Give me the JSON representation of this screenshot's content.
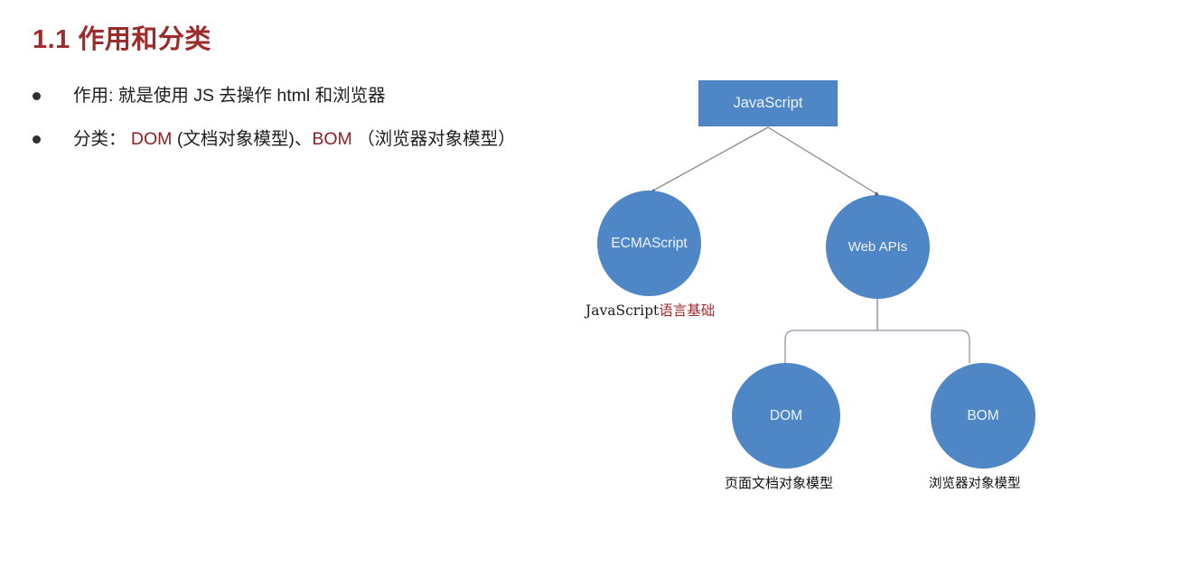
{
  "slide": {
    "title": "1.1 作用和分类",
    "title_color": "#9c2b2b",
    "background": "#ffffff"
  },
  "bullets": [
    {
      "marker": "bullet-dot",
      "label": "作用:",
      "body": " 就是使用 JS 去操作 html 和浏览器",
      "highlights": []
    },
    {
      "marker": "bullet-dot",
      "label": "分类：",
      "parts": [
        {
          "text": "分类： ",
          "color": "#1d1d1d"
        },
        {
          "text": "DOM",
          "color": "#8c2020"
        },
        {
          "text": " (文档对象模型)、",
          "color": "#1d1d1d"
        },
        {
          "text": "BOM",
          "color": "#8c2020"
        },
        {
          "text": " （浏览器对象模型）",
          "color": "#1d1d1d"
        }
      ]
    }
  ],
  "bullet_lines": {
    "line1": "作用: 就是使用 JS 去操作 html 和浏览器",
    "line2_prefix": "分类： ",
    "line2_dom": "DOM",
    "line2_mid": " (文档对象模型)、",
    "line2_bom": "BOM",
    "line2_suffix": " （浏览器对象模型）"
  },
  "diagram": {
    "node_fill": "#4f87c6",
    "node_text_color": "#eef4fb",
    "connector_color": "#7f7f7f",
    "arrow_color": "#4a5568",
    "nodes": {
      "javascript": {
        "label": "JavaScript",
        "shape": "rect"
      },
      "ecmascript": {
        "label": "ECMAScript",
        "shape": "circle"
      },
      "webapis": {
        "label": "Web APIs",
        "shape": "circle"
      },
      "dom": {
        "label": "DOM",
        "shape": "circle"
      },
      "bom": {
        "label": "BOM",
        "shape": "circle"
      }
    },
    "captions": {
      "ecmascript_en": "JavaScript",
      "ecmascript_cn": "语言基础",
      "dom": "页面文档对象模型",
      "bom": "浏览器对象模型"
    }
  }
}
